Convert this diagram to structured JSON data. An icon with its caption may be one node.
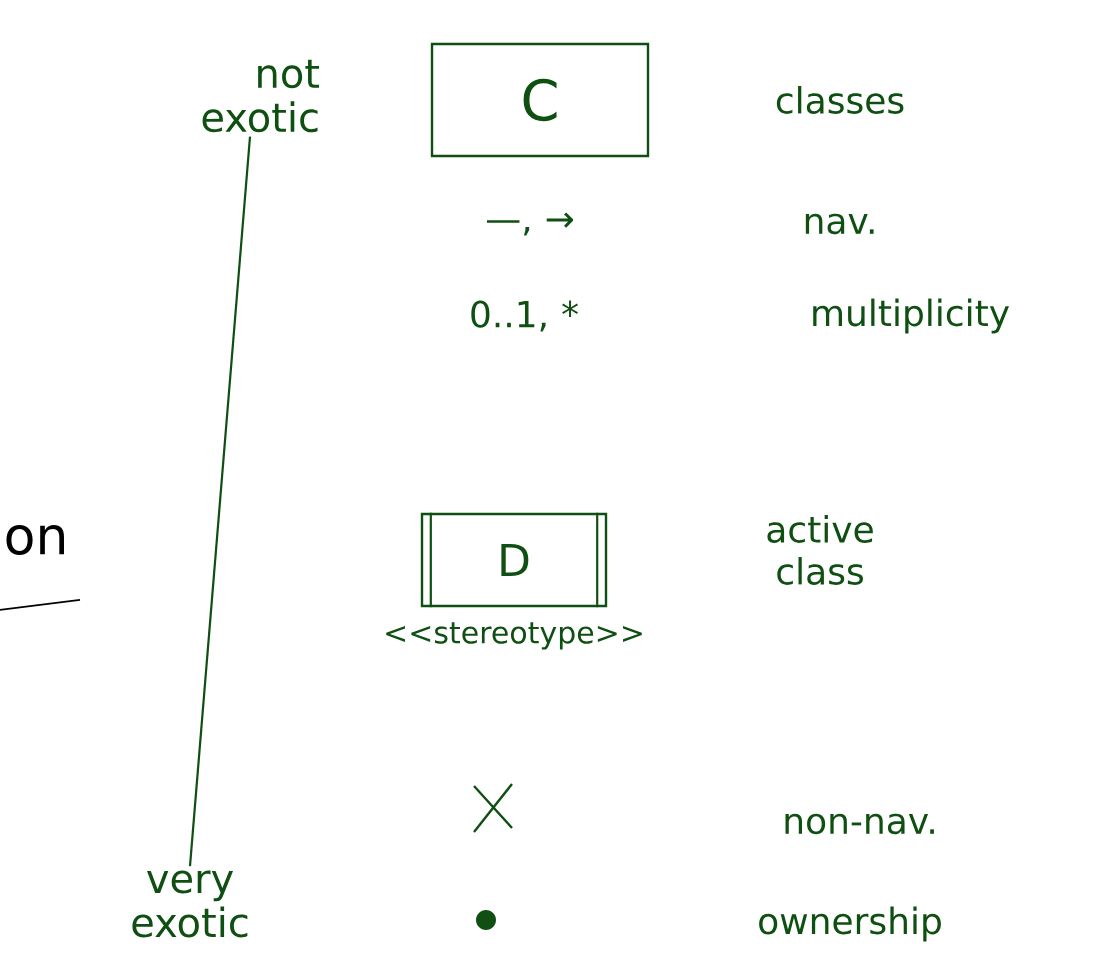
{
  "diagram": {
    "nodes": [
      {
        "text": [
          "not exotic"
        ]
      },
      {
        "text": [
          "C"
        ]
      },
      {
        "text": [
          "D"
        ],
        "beside": [
          "<<stereotype>>"
        ]
      },
      {
        "text": [
          "very exotic"
        ]
      }
    ],
    "edges": [
      {
        "from": 0,
        "to": 3,
        "arrow": "none"
      }
    ],
    "labels": [
      "classes",
      "—, →",
      "nav.",
      "0..1, *",
      "multiplicity",
      "active class",
      "on",
      "non-nav.",
      "ownership"
    ]
  }
}
